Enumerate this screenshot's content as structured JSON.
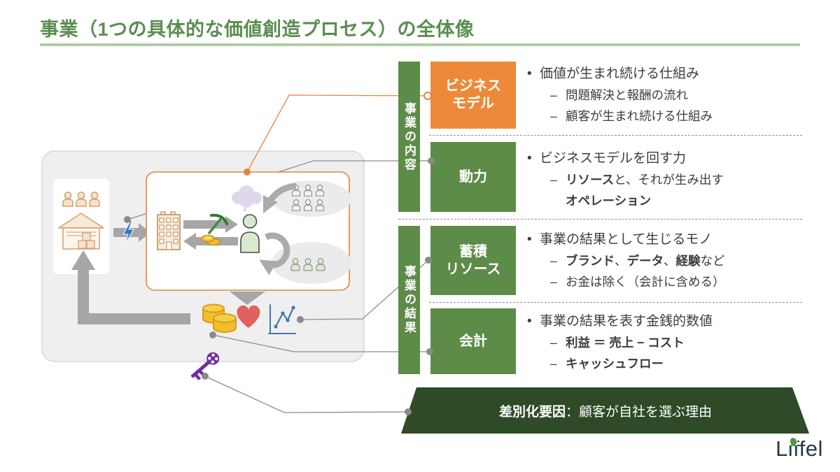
{
  "slide": {
    "title": "事業（1つの具体的な価値創造プロセス）の全体像",
    "logo": "Liffel"
  },
  "bars": {
    "content": "事業の内容",
    "result": "事業の結果"
  },
  "rows": [
    {
      "label1": "ビジネス",
      "label2": "モデル",
      "bullet": "価値が生まれ続ける仕組み",
      "sub1": "問題解決と報酬の流れ",
      "sub2": "顧客が生まれ続ける仕組み"
    },
    {
      "label1": "動力",
      "bullet": "ビジネスモデルを回す力",
      "sub1_b1": "リソース",
      "sub1_r1": "と、それが生み出す",
      "sub1_b2": "オペレーション"
    },
    {
      "label1": "蓄積",
      "label2": "リソース",
      "bullet": "事業の結果として生じるモノ",
      "sub1_b1": "ブランド",
      "sub1_r1": "、",
      "sub1_b2": "データ",
      "sub1_r2": "、",
      "sub1_b3": "経験",
      "sub1_r3": "など",
      "sub2": "お金は除く（会計に含める）"
    },
    {
      "label1": "会計",
      "bullet": "事業の結果を表す金銭的数値",
      "sub1": "利益 ＝ 売上 − コスト",
      "sub2": "キャッシュフロー"
    }
  ],
  "banner": {
    "bold": "差別化要因",
    "rest": "：顧客が自社を選ぶ理由"
  },
  "glyphs": {
    "bullet": "•",
    "dash": "–"
  },
  "colors": {
    "green": "#5d8b48",
    "orange": "#ed8a3a",
    "dark_green": "#2e4a26",
    "title_green": "#5a8e50",
    "underline_green": "#afcba4",
    "connector_gray": "#8c8c8c",
    "connector_orange": "#e8823a"
  }
}
